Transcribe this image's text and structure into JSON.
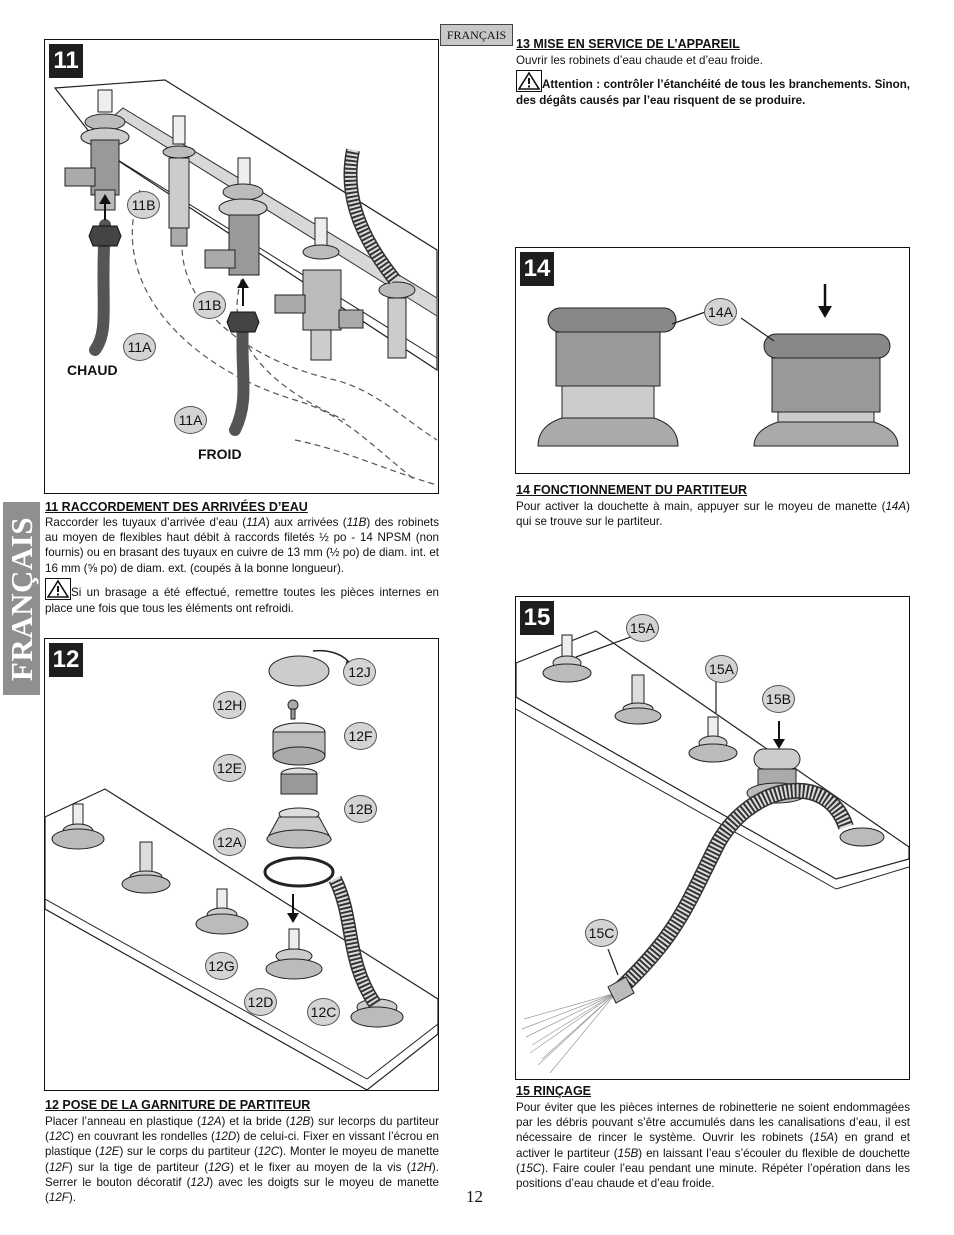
{
  "side_label": "FRANÇAIS",
  "lang_tab": "FRANÇAIS",
  "page_number": "12",
  "fig11": {
    "number": "11",
    "callouts": [
      "11B",
      "11B",
      "11A",
      "11A"
    ],
    "chaud": "CHAUD",
    "froid": "FROID"
  },
  "sec11": {
    "title": "11  RACCORDEMENT DES ARRIVÉES D’EAU",
    "p1_a": "Raccorder les tuyaux d’arrivée d’eau (",
    "p1_b": "11A",
    "p1_c": ") aux arrivées (",
    "p1_d": "11B",
    "p1_e": ") des robinets au moyen de flexibles haut débit à raccords filetés ½ po - 14 NPSM (non fournis) ou en brasant des tuyaux en cuivre de 13 mm (½ po) de diam. int. et 16 mm (⅝ po) de diam. ext. (coupés à la bonne longueur).",
    "warn": "Si un brasage a été effectué, remettre toutes les pièces internes en place une fois que tous les éléments ont refroidi."
  },
  "fig12": {
    "number": "12",
    "callouts": [
      "12J",
      "12H",
      "12F",
      "12E",
      "12B",
      "12A",
      "12G",
      "12D",
      "12C"
    ]
  },
  "sec12": {
    "title": "12  POSE DE LA GARNITURE DE PARTITEUR",
    "text": [
      "Placer l’anneau en plastique (",
      "12A",
      ") et la bride (",
      "12B",
      ") sur lecorps du partiteur (",
      "12C",
      ") en couvrant les rondelles (",
      "12D",
      ") de celui-ci. Fixer en vissant l’écrou en plastique (",
      "12E",
      ") sur le corps du partiteur (",
      "12C",
      "). Monter le moyeu de manette (",
      "12F",
      ") sur la tige de partiteur (",
      "12G",
      ") et le fixer au moyen de la vis (",
      "12H",
      "). Serrer le bouton décoratif (",
      "12J",
      ") avec les doigts sur le moyeu de manette (",
      "12F",
      ")."
    ]
  },
  "sec13": {
    "title": "13  MISE EN SERVICE DE L’APPAREIL",
    "p1": "Ouvrir les robinets d’eau chaude et d’eau froide.",
    "warn": "Attention : contrôler l’étanchéité de tous les branchements.  Sinon, des dégâts causés par l’eau risquent de se produire."
  },
  "fig14": {
    "number": "14",
    "callouts": [
      "14A"
    ]
  },
  "sec14": {
    "title": "14  FONCTIONNEMENT DU PARTITEUR",
    "p_a": "Pour activer la douchette à main, appuyer sur le moyeu de manette (",
    "p_b": "14A",
    "p_c": ") qui se trouve sur le partiteur."
  },
  "fig15": {
    "number": "15",
    "callouts": [
      "15A",
      "15A",
      "15B",
      "15C"
    ]
  },
  "sec15": {
    "title": "15  RINÇAGE",
    "text": [
      "Pour éviter que les pièces internes de robinetterie ne soient endommagées par les débris pouvant s’être accumulés dans les canalisations d’eau, il est nécessaire de rincer le système. Ouvrir les robinets (",
      "15A",
      ") en grand et activer le partiteur (",
      "15B",
      ") en laissant l’eau s’écouler du flexible de douchette (",
      "15C",
      "). Faire couler l’eau pendant une minute. Répéter l’opération dans les positions d’eau chaude et d’eau froide."
    ]
  },
  "colors": {
    "side": "#8f8f8f",
    "callout": "#d4d4d4",
    "fignum": "#1e1e1e"
  }
}
